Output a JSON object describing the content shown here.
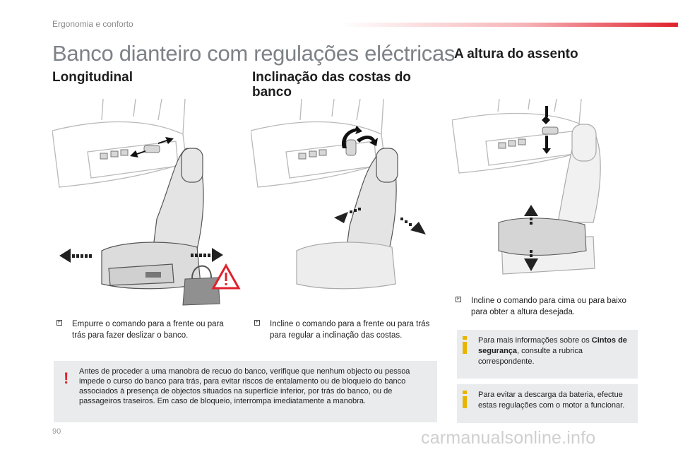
{
  "header": {
    "section": "Ergonomia e conforto",
    "accent_color": "#e0202c"
  },
  "page_title": "Banco dianteiro com regulações eléctricas",
  "sections": {
    "longitudinal": {
      "heading": "Longitudinal",
      "instruction": "Empurre o comando para a frente ou para trás para fazer deslizar o banco.",
      "illustration": "seat-slide-illustration"
    },
    "inclinacao": {
      "heading": "Inclinação das costas do banco",
      "instruction": "Incline o comando para a frente ou para trás para regular a inclinação das costas.",
      "illustration": "backrest-tilt-illustration"
    },
    "altura": {
      "heading": "A altura do assento",
      "instruction": "Incline o comando para cima ou para baixo para obter a altura desejada.",
      "illustration": "seat-height-illustration"
    }
  },
  "bullet_symbol": "F",
  "warning": {
    "icon": "warning-exclamation-icon",
    "symbol": "!",
    "text": "Antes de proceder a uma manobra de recuo do banco, verifique que nenhum objecto ou pessoa impede o curso do banco para trás, para evitar riscos de entalamento ou de bloqueio do banco associados à presença de objectos situados na superfície inferior, por trás do banco, ou de passageiros traseiros. Em caso de bloqueio, interrompa imediatamente a manobra."
  },
  "info_notes": [
    {
      "icon": "info-icon",
      "text_before": "Para mais informações sobre os ",
      "text_bold": "Cintos de segurança",
      "text_after": ", consulte a rubrica correspondente."
    },
    {
      "icon": "info-icon",
      "text": "Para evitar a descarga da bateria, efectue estas regulações com o motor a funcionar."
    }
  ],
  "info_color": "#e9b400",
  "page_number": "90",
  "watermark": "carmanualsonline.info"
}
